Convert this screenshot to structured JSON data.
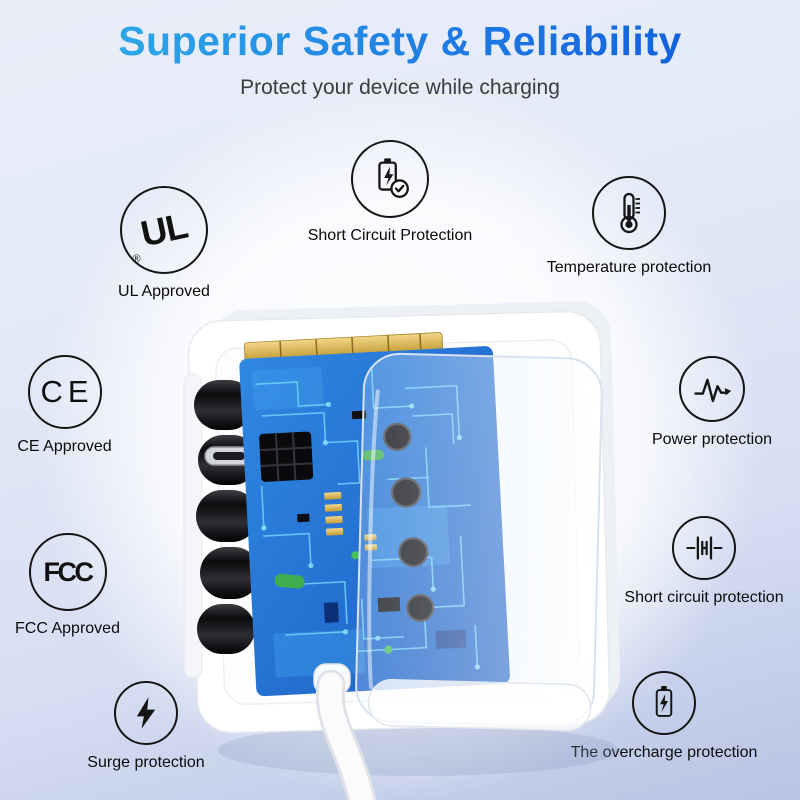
{
  "header": {
    "title": "Superior Safety & Reliability",
    "subtitle": "Protect your device while charging"
  },
  "features": [
    {
      "icon": "ul-logo",
      "logo_text": "UL",
      "reg": "®",
      "label": "UL Approved"
    },
    {
      "icon": "battery-check-icon",
      "label": "Short Circuit Protection"
    },
    {
      "icon": "thermometer-icon",
      "label": "Temperature protection"
    },
    {
      "icon": "ce-logo",
      "logo_text": "CE",
      "label": "CE Approved"
    },
    {
      "icon": "pulse-icon",
      "label": "Power protection"
    },
    {
      "icon": "fcc-logo",
      "logo_text": "FCC",
      "label": "FCC Approved"
    },
    {
      "icon": "capacitor-icon",
      "label": "Short circuit protection"
    },
    {
      "icon": "lightning-icon",
      "label": "Surge protection"
    },
    {
      "icon": "battery-bolt-icon",
      "label": "The overcharge protection"
    }
  ],
  "center_image": {
    "description": "Wall charger cutaway on white wall plate showing blue circuit board, black capacitors, USB-C port, translucent shell and white charging cable"
  },
  "colors": {
    "title_gradient_start": "#32b6ea",
    "title_gradient_end": "#0f55da",
    "background_tint": "#d6def2",
    "background_bottom": "#b8c4e5",
    "pcb_blue": "#2570d4",
    "trace_cyan": "#6fd2f8",
    "icon_ink": "#151515"
  }
}
